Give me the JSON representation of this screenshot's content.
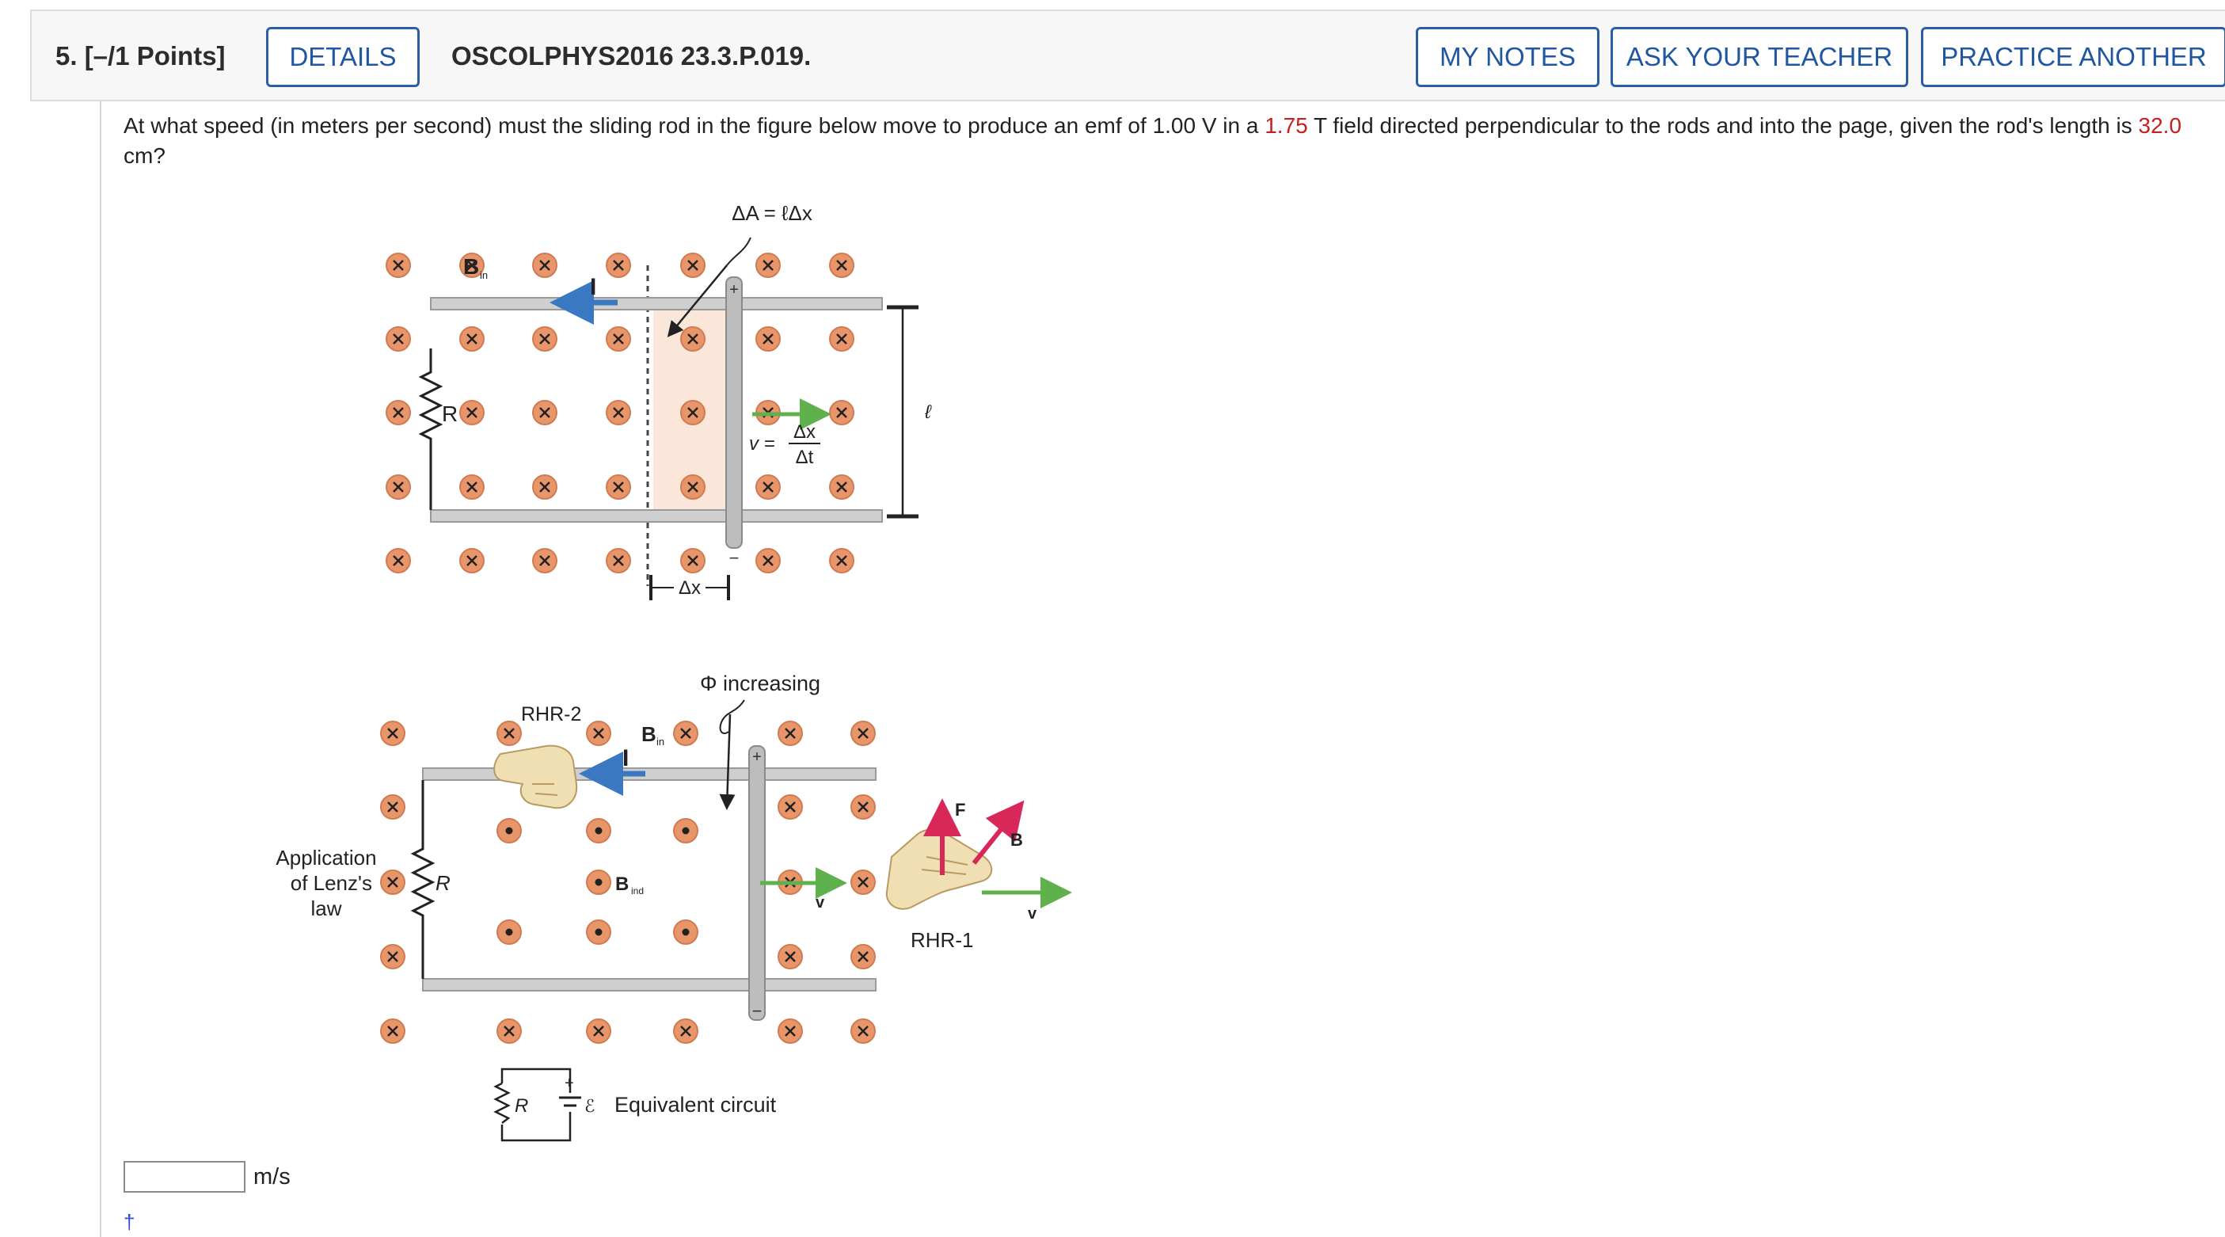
{
  "question": {
    "number_points": "5. [–/1 Points]",
    "details_label": "DETAILS",
    "problem_id": "OSCOLPHYS2016 23.3.P.019.",
    "my_notes_label": "MY NOTES",
    "ask_teacher_label": "ASK YOUR TEACHER",
    "practice_label": "PRACTICE ANOTHER",
    "text_part1": "At what speed (in meters per second) must the sliding rod in the figure below move to produce an emf of 1.00 V in a ",
    "field_value": "1.75",
    "text_part2": " T field directed perpendicular to the rods and into the page, given the rod's length is ",
    "length_value": "32.0",
    "text_part3": " cm?",
    "answer_value": "",
    "unit": "m/s",
    "dagger": "†"
  },
  "figure": {
    "top": {
      "delta_a_label": "ΔA = ℓΔx",
      "b_label": "B",
      "b_sub": "in",
      "current_label": "I",
      "r_label": "R",
      "v_eq": "v =",
      "dx": "Δx",
      "dt": "Δt",
      "ell": "ℓ",
      "dx_bottom": "Δx",
      "plus": "+",
      "minus": "−"
    },
    "bottom": {
      "phi_label": "Φ increasing",
      "rhr2_label": "RHR-2",
      "b_label": "B",
      "b_sub": "in",
      "current_label": "I",
      "app_line1": "Application",
      "app_line2": "of Lenz's",
      "app_line3": "law",
      "r_label": "R",
      "bind_label": "B",
      "bind_sub": "ind",
      "v_label": "v",
      "f_label": "F",
      "b_hand_label": "B",
      "v_hand_label": "v",
      "rhr1_label": "RHR-1",
      "equiv_r": "R",
      "equiv_emf": "ℰ",
      "equiv_label": "Equivalent circuit",
      "plus": "+",
      "minus": "−"
    },
    "colors": {
      "x_fill": "#e8956a",
      "rail": "#c8c8c8",
      "current_arrow": "#3a78c2",
      "velocity_arrow": "#5fb14e",
      "force_arrow": "#d8285a",
      "shade": "#fbe6da"
    }
  }
}
